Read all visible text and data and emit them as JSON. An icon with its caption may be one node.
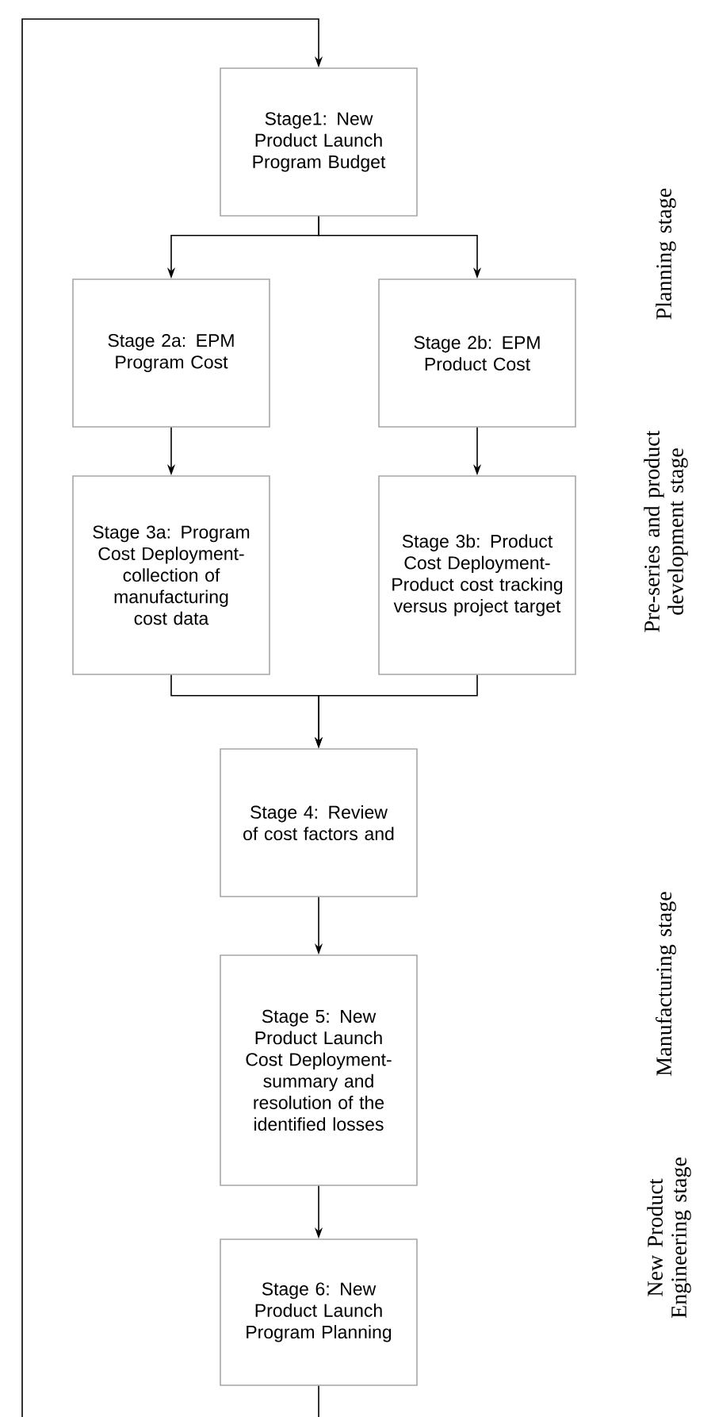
{
  "diagram": {
    "nodes": [
      {
        "text": [
          "Stage1: New Product Launch Program Budget"
        ]
      },
      {
        "text": [
          "Stage 2a: EPM Program Cost"
        ]
      },
      {
        "text": [
          "Stage 2b: EPM Product Cost"
        ]
      },
      {
        "text": [
          "Stage 3a: Program Cost Deployment- collection of manufacturing cost data"
        ]
      },
      {
        "text": [
          "Stage 3b: Product Cost Deployment- Product cost tracking versus project target"
        ]
      },
      {
        "text": [
          "Stage 4: Review of cost factors and"
        ]
      },
      {
        "text": [
          "Stage 5: New Product Launch Cost Deployment- summary and resolution of the identified losses"
        ]
      },
      {
        "text": [
          "Stage 6: New Product Launch Program Planning"
        ]
      }
    ],
    "edges": [
      {
        "from": 0,
        "to": 1,
        "arrow": "to"
      },
      {
        "from": 0,
        "to": 2,
        "arrow": "to"
      },
      {
        "from": 1,
        "to": 3,
        "arrow": "to"
      },
      {
        "from": 2,
        "to": 4,
        "arrow": "to"
      },
      {
        "from": 3,
        "to": 5,
        "arrow": "to"
      },
      {
        "from": 4,
        "to": 5,
        "arrow": "to"
      },
      {
        "from": 5,
        "to": 6,
        "arrow": "to"
      },
      {
        "from": 6,
        "to": 7,
        "arrow": "to"
      },
      {
        "from": 7,
        "to": 0,
        "arrow": "to"
      }
    ],
    "labels": [
      "Planning stage",
      "Pre-series and product development stage",
      "Manufacturing stage",
      "New Product Engineering stage"
    ]
  }
}
